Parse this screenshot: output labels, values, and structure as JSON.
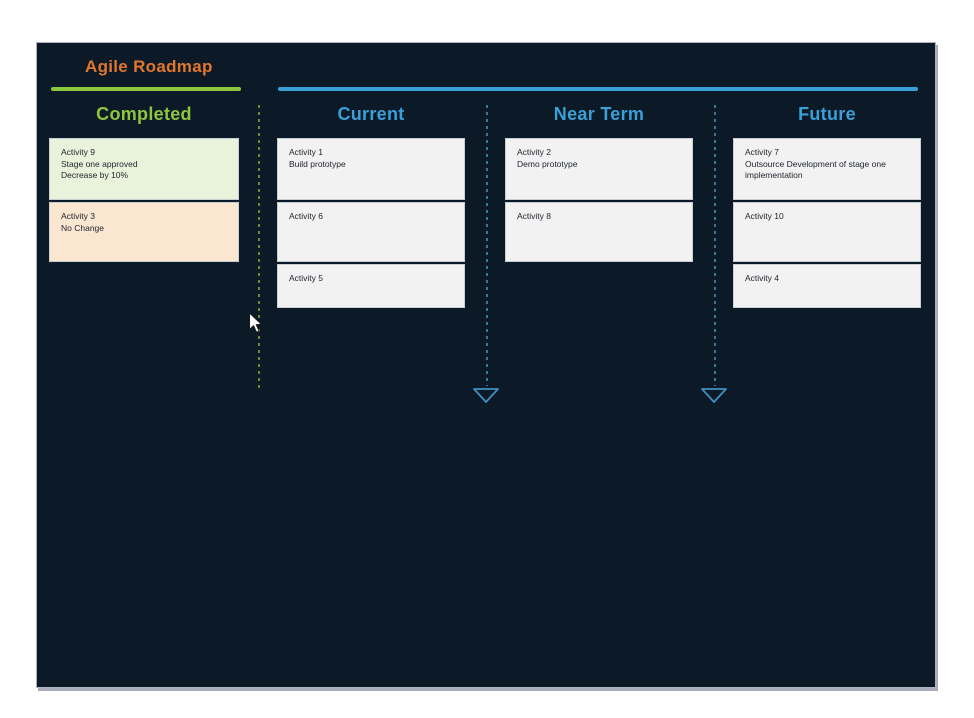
{
  "slide": {
    "title": "Agile Roadmap",
    "title_color": "#e2762c",
    "background": "#0c1a28",
    "title_underline_color": "#8cc63e",
    "header_rule_color": "#3aa0d8"
  },
  "columns": [
    {
      "label": "Completed",
      "label_color": "#8dc63f",
      "cards": [
        {
          "bg": "#e9f3db",
          "lines": [
            "Activity 9",
            "Stage one approved",
            "Decrease by 10%"
          ]
        },
        {
          "bg": "#fbe6d2",
          "lines": [
            "Activity 3",
            "No Change"
          ]
        }
      ]
    },
    {
      "label": "Current",
      "label_color": "#3aa0d8",
      "cards": [
        {
          "bg": "#f2f2f3",
          "lines": [
            "Activity 1",
            "Build prototype"
          ]
        },
        {
          "bg": "#f2f2f3",
          "lines": [
            "Activity 6"
          ]
        },
        {
          "bg": "#f2f2f3",
          "lines": [
            "Activity 5"
          ]
        }
      ]
    },
    {
      "label": "Near Term",
      "label_color": "#3aa0d8",
      "cards": [
        {
          "bg": "#f2f2f3",
          "lines": [
            "Activity 2",
            "Demo prototype"
          ]
        },
        {
          "bg": "#f2f2f3",
          "lines": [
            "Activity 8"
          ]
        }
      ]
    },
    {
      "label": "Future",
      "label_color": "#3aa0d8",
      "cards": [
        {
          "bg": "#f2f2f3",
          "lines": [
            "Activity 7",
            "Outsource Development of stage one implementation"
          ]
        },
        {
          "bg": "#f2f2f3",
          "lines": [
            "Activity 10"
          ]
        },
        {
          "bg": "#f2f2f3",
          "lines": [
            "Activity 4"
          ]
        }
      ]
    }
  ],
  "separators": {
    "completed_current": {
      "color": "#6b8a2a",
      "arrow": false
    },
    "current_nearterm": {
      "color": "#38769b",
      "arrow": true
    },
    "nearterm_future": {
      "color": "#38769b",
      "arrow": true
    },
    "arrow_color": "#3e8fc0"
  },
  "icons": {
    "cursor": "arrow-pointer",
    "separator_arrow": "triangle-down-outline"
  }
}
